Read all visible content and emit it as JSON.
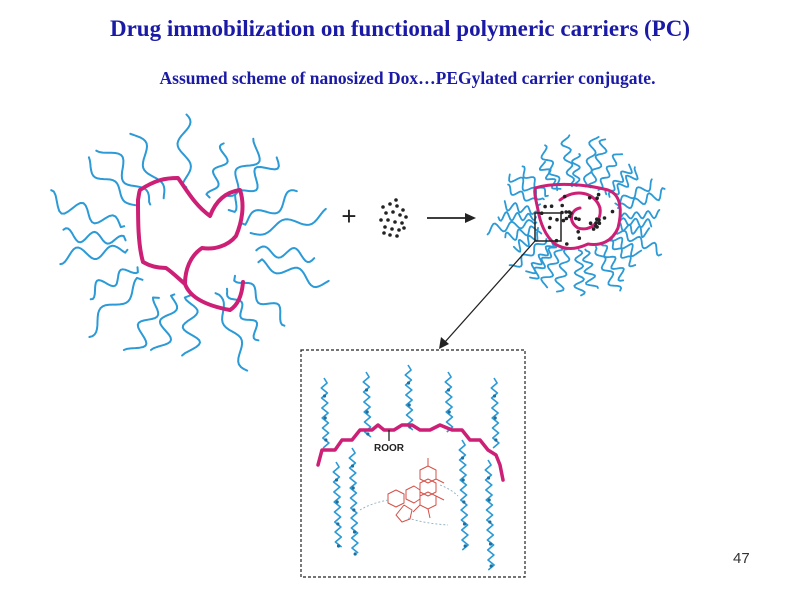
{
  "slide": {
    "title": "Drug immobilization on functional polymeric carriers (PC)",
    "subtitle": "Assumed scheme of nanosized Dox…PEGylated carrier conjugate.",
    "page_number": "47"
  },
  "diagram": {
    "plus_sign": "+",
    "group_label": "ROOR"
  },
  "colors": {
    "title_text": "#1a1aa6",
    "peg_chain": "#2b9ad6",
    "backbone": "#cc1f75",
    "drug_molecule": "#d5524a",
    "drug_dots": "#222222"
  }
}
